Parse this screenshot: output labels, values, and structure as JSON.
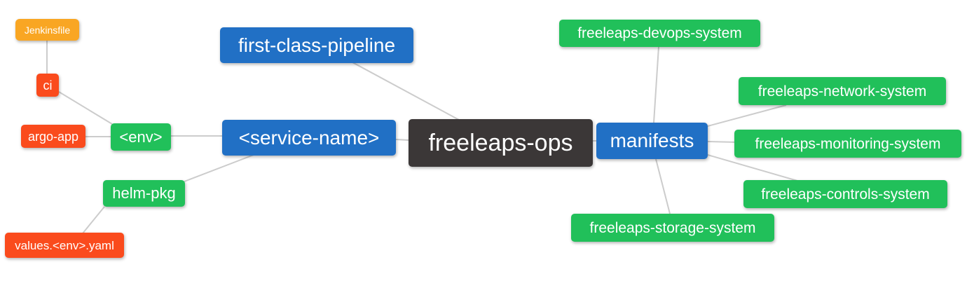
{
  "diagram": {
    "type": "mindmap",
    "root": "freeleaps-ops",
    "palette": {
      "root_dark": "#3b3737",
      "branch_blue": "#2170c5",
      "node_green": "#21c05a",
      "leaf_red_orange": "#fa4b1d",
      "leaf_amber": "#f9a623",
      "edge_gray": "#cccccc",
      "text": "#ffffff",
      "background": "#ffffff"
    },
    "nodes": {
      "jenkinsfile": {
        "label": "Jenkinsfile",
        "color": "#f9a623"
      },
      "ci": {
        "label": "ci",
        "color": "#fa4b1d"
      },
      "argo_app": {
        "label": "argo-app",
        "color": "#fa4b1d"
      },
      "env": {
        "label": "<env>",
        "color": "#21c05a"
      },
      "helm_pkg": {
        "label": "helm-pkg",
        "color": "#21c05a"
      },
      "values_env_yaml": {
        "label": "values.<env>.yaml",
        "color": "#fa4b1d"
      },
      "first_class_pipeline": {
        "label": "first-class-pipeline",
        "color": "#2170c5"
      },
      "service_name": {
        "label": "<service-name>",
        "color": "#2170c5"
      },
      "freeleaps_ops": {
        "label": "freeleaps-ops",
        "color": "#3b3737"
      },
      "manifests": {
        "label": "manifests",
        "color": "#2170c5"
      },
      "devops_system": {
        "label": "freeleaps-devops-system",
        "color": "#21c05a"
      },
      "network_system": {
        "label": "freeleaps-network-system",
        "color": "#21c05a"
      },
      "monitoring_system": {
        "label": "freeleaps-monitoring-system",
        "color": "#21c05a"
      },
      "controls_system": {
        "label": "freeleaps-controls-system",
        "color": "#21c05a"
      },
      "storage_system": {
        "label": "freeleaps-storage-system",
        "color": "#21c05a"
      }
    },
    "edges": [
      [
        "jenkinsfile",
        "ci"
      ],
      [
        "ci",
        "env"
      ],
      [
        "argo_app",
        "env"
      ],
      [
        "env",
        "service_name"
      ],
      [
        "helm_pkg",
        "service_name"
      ],
      [
        "values_env_yaml",
        "helm_pkg"
      ],
      [
        "first_class_pipeline",
        "freeleaps_ops"
      ],
      [
        "service_name",
        "freeleaps_ops"
      ],
      [
        "freeleaps_ops",
        "manifests"
      ],
      [
        "manifests",
        "devops_system"
      ],
      [
        "manifests",
        "network_system"
      ],
      [
        "manifests",
        "monitoring_system"
      ],
      [
        "manifests",
        "controls_system"
      ],
      [
        "manifests",
        "storage_system"
      ]
    ]
  }
}
